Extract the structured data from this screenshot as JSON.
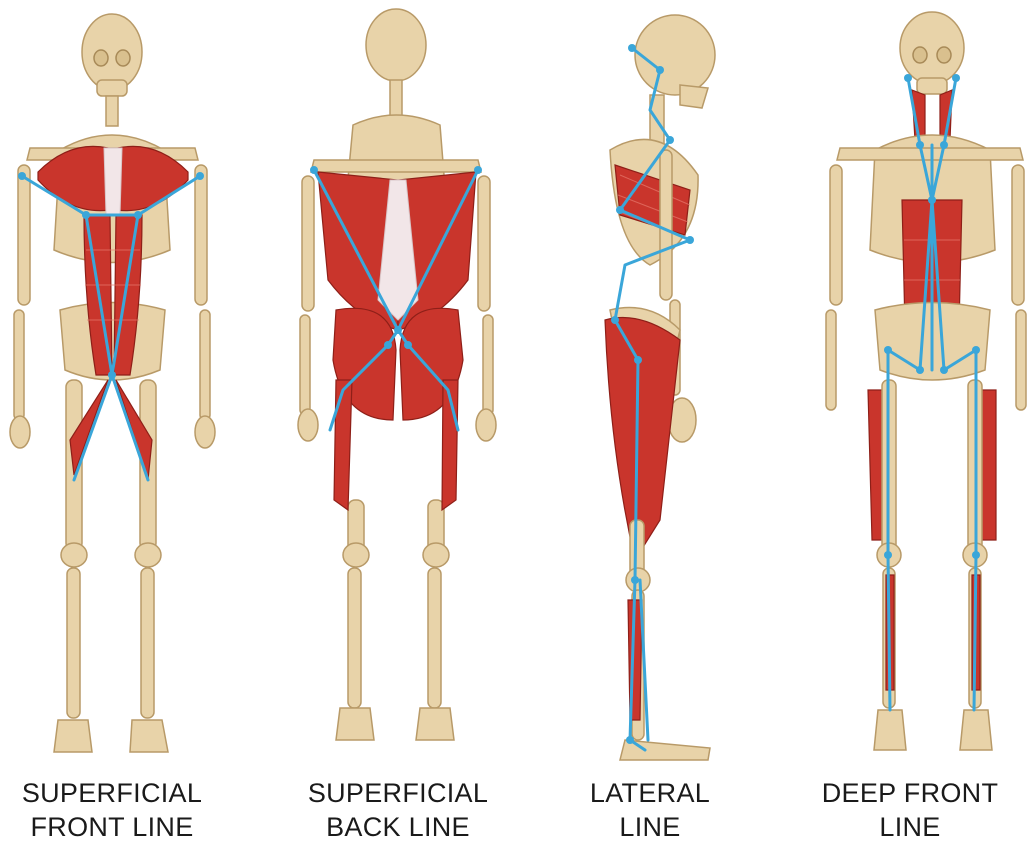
{
  "line_color": "#3aa6d9",
  "muscle_color": "#c9352c",
  "bone_color": "#e8d3a9",
  "panels": [
    {
      "id": "sfl",
      "caption_line1": "SUPERFICIAL",
      "caption_line2": "FRONT LINE"
    },
    {
      "id": "sbl",
      "caption_line1": "SUPERFICIAL",
      "caption_line2": "BACK LINE"
    },
    {
      "id": "lat",
      "caption_line1": "LATERAL",
      "caption_line2": "LINE"
    },
    {
      "id": "dfl",
      "caption_line1": "DEEP FRONT",
      "caption_line2": "LINE"
    }
  ]
}
